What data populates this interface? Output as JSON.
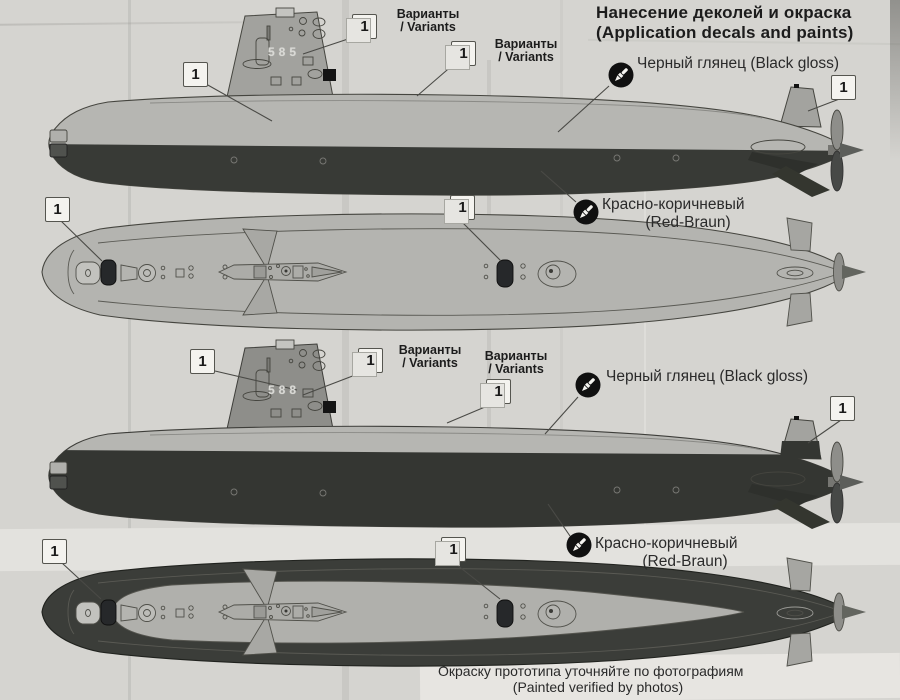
{
  "title": {
    "line1": "Нанесение деколей и окраска",
    "line2": "(Application decals and paints)"
  },
  "labels": {
    "variants_line1": "Варианты",
    "variants_line2": "/ Variants",
    "black_gloss": "Черный глянец (Black gloss)",
    "red_brown_line1": "Красно-коричневый",
    "red_brown_line2": "(Red-Braun)"
  },
  "callout": {
    "label": "1"
  },
  "hull_numbers": {
    "boat_top": "585",
    "boat_bottom": "588"
  },
  "footer": {
    "line1": "Окраску прототипа уточняйте по фотографиям",
    "line2": "(Painted verified by photos)"
  },
  "colors": {
    "paper": "#d5d4d0",
    "hull_light_gray": "#b6b6b2",
    "hull_dark": "#383a36",
    "sail_gray": "#a2a29e",
    "sail_dark_gray": "#8e8e8a",
    "deck_light": "#b0b0ac",
    "hatch_black": "#26282a",
    "ink": "#1c1c1c"
  }
}
